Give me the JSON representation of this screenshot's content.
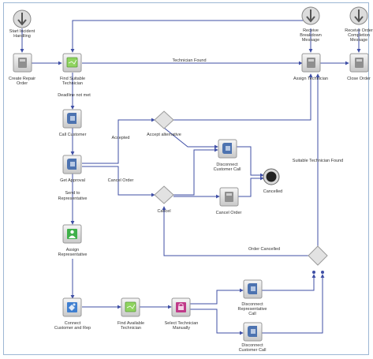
{
  "colors": {
    "edge": "#3f4fa6",
    "frame": "#9db7d4",
    "label": "#333333",
    "node_gray": "#8f8f8f",
    "node_blue": "#4d73b0",
    "node_green": "#3fb04a",
    "node_pink": "#c03a89",
    "node_light_green": "#8fd45f",
    "node_multi": "#3f7fd0",
    "gateway": "#dedede",
    "start_event": "#888888",
    "end_event": "#222222"
  },
  "nodes": {
    "start_incident": {
      "label1": "Start Incident",
      "label2": "Handling"
    },
    "receive_breakdown": {
      "label1": "Receive",
      "label2": "Breakdown",
      "label3": "Message"
    },
    "receive_order_completion": {
      "label1": "Receive Order",
      "label2": "Completion",
      "label3": "Message"
    },
    "create_repair_order": {
      "label1": "Create Repair",
      "label2": "Order"
    },
    "find_suitable_technician": {
      "label1": "Find Suitable",
      "label2": "Technician"
    },
    "assign_technician": {
      "label1": "Assign Technician"
    },
    "close_order": {
      "label1": "Close Order"
    },
    "call_customer": {
      "label1": "Call Customer"
    },
    "get_approval": {
      "label1": "Get Approval"
    },
    "accept_alternative": {
      "label1": "Accept alternative"
    },
    "disconnect_customer_call_1": {
      "label1": "Disconnect",
      "label2": "Customer Call"
    },
    "cancelled": {
      "label1": "Cancelled"
    },
    "cancel_gateway": {
      "label1": "Cancel"
    },
    "cancel_order": {
      "label1": "Cancel Order"
    },
    "assign_representative": {
      "label1": "Assign",
      "label2": "Representative"
    },
    "connect_customer_rep": {
      "label1": "Connect",
      "label2": "Customer and Rep"
    },
    "find_available_technician": {
      "label1": "Find Available",
      "label2": "Technician"
    },
    "select_technician_manually": {
      "label1": "Select Technician",
      "label2": "Manually"
    },
    "disconnect_representative_call": {
      "label1": "Disconnect",
      "label2": "Representative",
      "label3": "Call"
    },
    "disconnect_customer_call_2": {
      "label1": "Disconnect",
      "label2": "Customer Call"
    }
  },
  "edges": {
    "technician_found": "Technician Found",
    "deadline_not_met": "Deadline not met",
    "accepted": "Accepted",
    "cancel_order": "Cancel Order",
    "send_to_representative_1": "Send to",
    "send_to_representative_2": "Representative",
    "suitable_technician_found": "Suitable Technician Found",
    "order_cancelled": "Order Cancelled"
  }
}
